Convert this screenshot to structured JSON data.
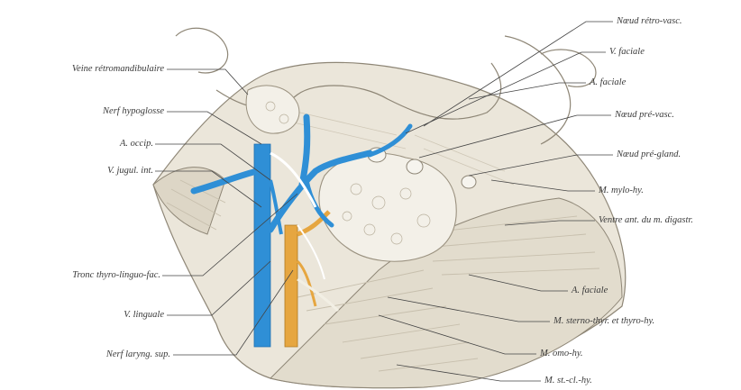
{
  "labels_left": {
    "veine_retromandibulaire": "Veine rétromandibulaire",
    "nerf_hypoglosse": "Nerf hypoglosse",
    "a_occip": "A. occip.",
    "v_jugul_int": "V. jugul. int.",
    "tronc_thyro": "Tronc thyro-linguo-fac.",
    "v_linguale": "V. linguale",
    "nerf_laryng_sup": "Nerf laryng. sup."
  },
  "labels_right": {
    "noeud_retro_vasc": "Nœud rétro-vasc.",
    "v_faciale": "V. faciale",
    "a_faciale_top": "A. faciale",
    "noeud_pre_vasc": "Nœud pré-vasc.",
    "noeud_pre_gland": "Nœud pré-gland.",
    "m_mylo_hy": "M. mylo-hy.",
    "ventre_ant": "Ventre ant. du m. digastr.",
    "a_faciale_low": "A. faciale",
    "m_sterno_thyr": "M. sterno-thyr. et thyro-hy.",
    "m_omo_hy": "M. omo-hy.",
    "m_st_cl_hy": "M. st.-cl.-hy."
  },
  "colors": {
    "vein": "#2f8fd6",
    "vein_dark": "#1f6fb0",
    "artery": "#e6a640",
    "tissue": "#e9e3d6",
    "tissue_shade": "#cfc6b4",
    "gland": "#f1eee6",
    "line": "#444444"
  }
}
